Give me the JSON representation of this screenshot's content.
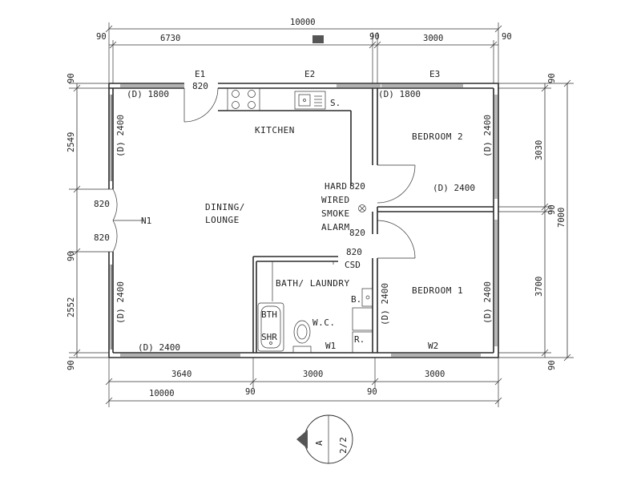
{
  "dimensions": {
    "top_overall": "10000",
    "top_left_seg": "6730",
    "top_right_seg": "3000",
    "wall_90": "90",
    "bottom_seg_1": "3640",
    "bottom_seg_2": "3000",
    "bottom_seg_3": "3000",
    "bottom_overall": "10000",
    "left_upper": "2549",
    "left_lower": "2552",
    "right_upper": "3030",
    "right_lower": "3700",
    "right_overall": "7000"
  },
  "openings": {
    "e1": "E1",
    "e2": "E2",
    "e3": "E3",
    "n1": "N1",
    "w1": "W1",
    "w2": "W2",
    "door_820": "820",
    "d1800": "(D) 1800",
    "d2400": "(D) 2400"
  },
  "rooms": {
    "kitchen": "KITCHEN",
    "bedroom2": "BEDROOM 2",
    "bedroom1": "BEDROOM 1",
    "dining_line1": "DINING/",
    "dining_line2": "LOUNGE",
    "bath_laundry": "BATH/ LAUNDRY",
    "smoke_1": "HARD",
    "smoke_2": "WIRED",
    "smoke_3": "SMOKE",
    "smoke_4": "ALARM"
  },
  "fixtures": {
    "sink": "S.",
    "csd": "CSD",
    "bath": "BTH",
    "shower": "SHR",
    "basin": "B.",
    "refrigerator": "R.",
    "wc": "W.C."
  },
  "section_marker": {
    "letter": "A",
    "sheet": "2/2"
  }
}
